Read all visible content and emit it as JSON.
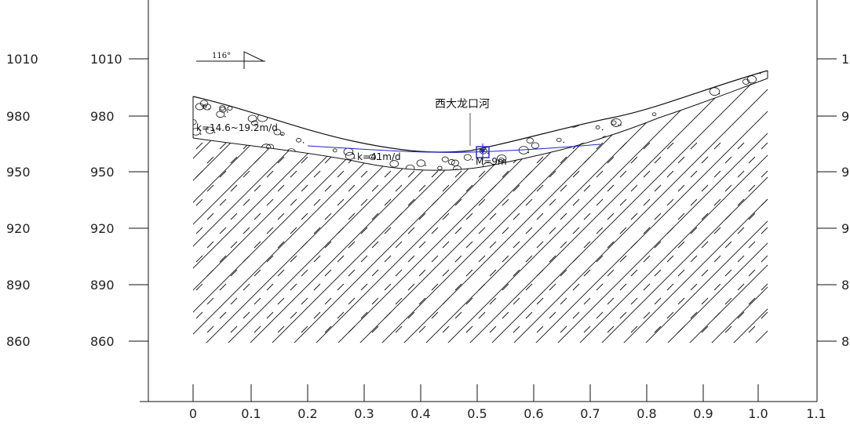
{
  "outer_left_elevations": [
    "1010",
    "980",
    "950",
    "920",
    "890",
    "860"
  ],
  "inner_left_elevations": [
    "1010",
    "980",
    "950",
    "920",
    "890",
    "860"
  ],
  "right_elevations": [
    "1",
    "9",
    "9",
    "9",
    "8",
    "8"
  ],
  "x_ticks": [
    "0",
    "0.1",
    "0.2",
    "0.3",
    "0.4",
    "0.5",
    "0.6",
    "0.7",
    "0.8",
    "0.9",
    "1.0",
    "1.1"
  ],
  "direction_label": "116°",
  "river_name": "西大龙口河",
  "annotations": {
    "k_upper": "k=14.6~19.2m/d",
    "k_lower": "k=41m/d",
    "thickness": "M=9m"
  },
  "colors": {
    "water_line": "#2222cc",
    "line": "#111111"
  }
}
